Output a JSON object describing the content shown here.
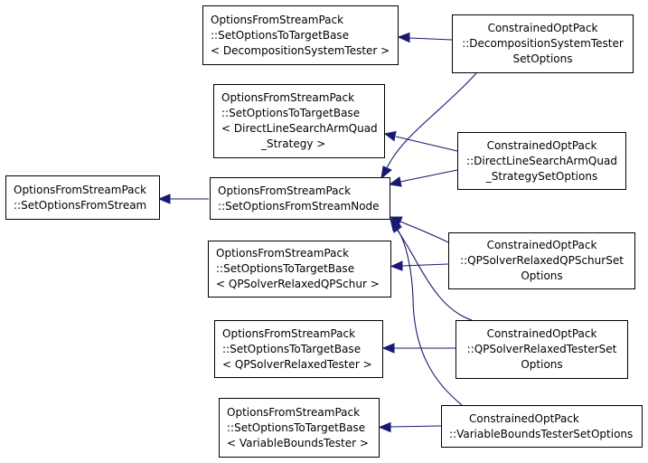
{
  "colors": {
    "edge": "#191970",
    "border": "#000000",
    "background": "#ffffff"
  },
  "nodes": {
    "set_options_from_stream": {
      "lines": [
        "OptionsFromStreamPack",
        "::SetOptionsFromStream"
      ]
    },
    "set_options_from_stream_node": {
      "lines": [
        "OptionsFromStreamPack",
        "::SetOptionsFromStreamNode"
      ]
    },
    "target_base_decomposition": {
      "lines": [
        "OptionsFromStreamPack",
        "::SetOptionsToTargetBase",
        "< DecompositionSystemTester >"
      ]
    },
    "target_base_direct_line_search": {
      "lines": [
        "OptionsFromStreamPack",
        "::SetOptionsToTargetBase",
        "< DirectLineSearchArmQuad",
        "_Strategy >"
      ]
    },
    "target_base_qp_schur": {
      "lines": [
        "OptionsFromStreamPack",
        "::SetOptionsToTargetBase",
        "< QPSolverRelaxedQPSchur >"
      ]
    },
    "target_base_qp_tester": {
      "lines": [
        "OptionsFromStreamPack",
        "::SetOptionsToTargetBase",
        "< QPSolverRelaxedTester >"
      ]
    },
    "target_base_variable_bounds": {
      "lines": [
        "OptionsFromStreamPack",
        "::SetOptionsToTargetBase",
        "< VariableBoundsTester >"
      ]
    },
    "decomposition_set_options": {
      "lines": [
        "ConstrainedOptPack",
        "::DecompositionSystemTester",
        "SetOptions"
      ]
    },
    "direct_line_search_set_options": {
      "lines": [
        "ConstrainedOptPack",
        "::DirectLineSearchArmQuad",
        "_StrategySetOptions"
      ]
    },
    "qp_schur_set_options": {
      "lines": [
        "ConstrainedOptPack",
        "::QPSolverRelaxedQPSchurSet",
        "Options"
      ]
    },
    "qp_tester_set_options": {
      "lines": [
        "ConstrainedOptPack",
        "::QPSolverRelaxedTesterSet",
        "Options"
      ]
    },
    "variable_bounds_set_options": {
      "lines": [
        "ConstrainedOptPack",
        "::VariableBoundsTesterSetOptions"
      ]
    }
  }
}
